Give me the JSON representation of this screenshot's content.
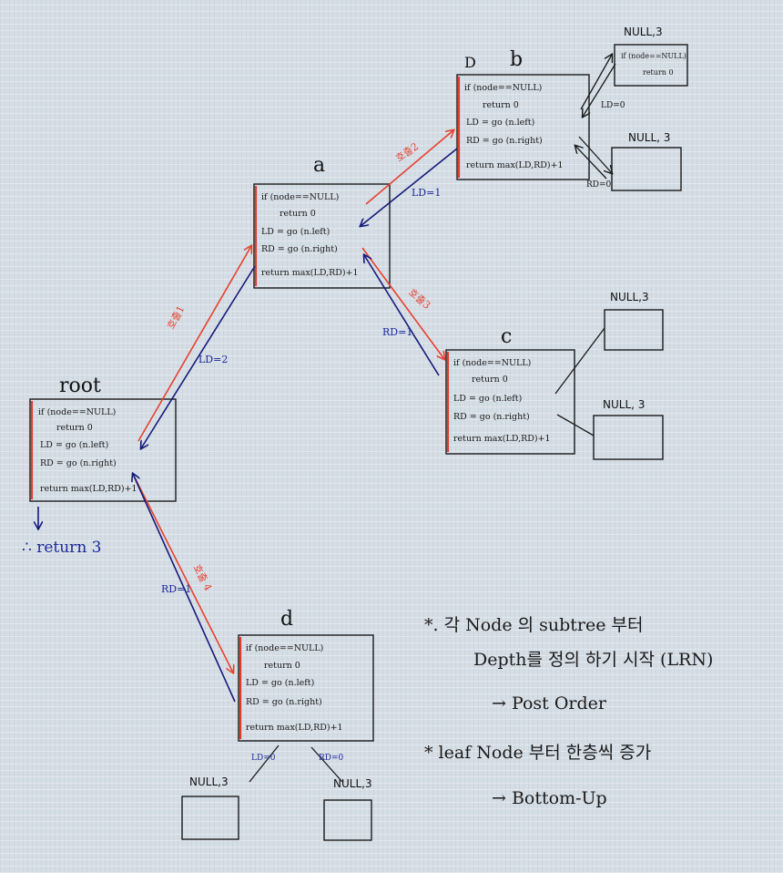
{
  "nodes": {
    "root": {
      "label": "root",
      "code": [
        "if (node==NULL)",
        "return 0",
        "LD = go (n.left)",
        "RD = go (n.right)",
        "return max(LD,RD)+1"
      ]
    },
    "a": {
      "label": "a",
      "code": [
        "if (node==NULL)",
        "return 0",
        "LD = go (n.left)",
        "RD = go (n.right)",
        "return max(LD,RD)+1"
      ]
    },
    "b": {
      "label": "b",
      "marker": "D",
      "code": [
        "if (node==NULL)",
        "return 0",
        "LD = go (n.left)",
        "RD = go (n.right)",
        "return max(LD,RD)+1"
      ]
    },
    "c": {
      "label": "c",
      "code": [
        "if (node==NULL)",
        "return 0",
        "LD = go (n.left)",
        "RD = go (n.right)",
        "return max(LD,RD)+1"
      ]
    },
    "d": {
      "label": "d",
      "code": [
        "if (node==NULL)",
        "return 0",
        "LD = go (n.left)",
        "RD = go (n.right)",
        "return max(LD,RD)+1"
      ]
    }
  },
  "null_nodes": {
    "b_left": {
      "label": "NULL,3",
      "code": [
        "if (node==NULL)",
        "return 0"
      ]
    },
    "b_right": {
      "label": "NULL, 3"
    },
    "c_left": {
      "label": "NULL,3"
    },
    "c_right": {
      "label": "NULL, 3"
    },
    "d_left": {
      "label": "NULL,3"
    },
    "d_right": {
      "label": "NULL,3"
    }
  },
  "edges": {
    "call1": "호출1",
    "call2": "호출2",
    "call3": "호출3",
    "call4": "호출 4",
    "root_ld": "LD=2",
    "root_rd": "RD=1",
    "a_ld": "LD=1",
    "a_rd": "RD=1",
    "b_ld": "LD=0",
    "b_rd": "RD=0",
    "d_ld": "LD=0",
    "d_rd": "RD=0"
  },
  "result": "∴ return 3",
  "notes": [
    "*. 각 Node 의 subtree 부터",
    "Depth를 정의 하기 시작 (LRN)",
    "→ Post Order",
    "* leaf Node 부터 한층씩 증가",
    "→ Bottom-Up"
  ],
  "colors": {
    "call_arrow": "#e8412f",
    "return_arrow": "#151a7a",
    "background": "#d5dde5"
  }
}
